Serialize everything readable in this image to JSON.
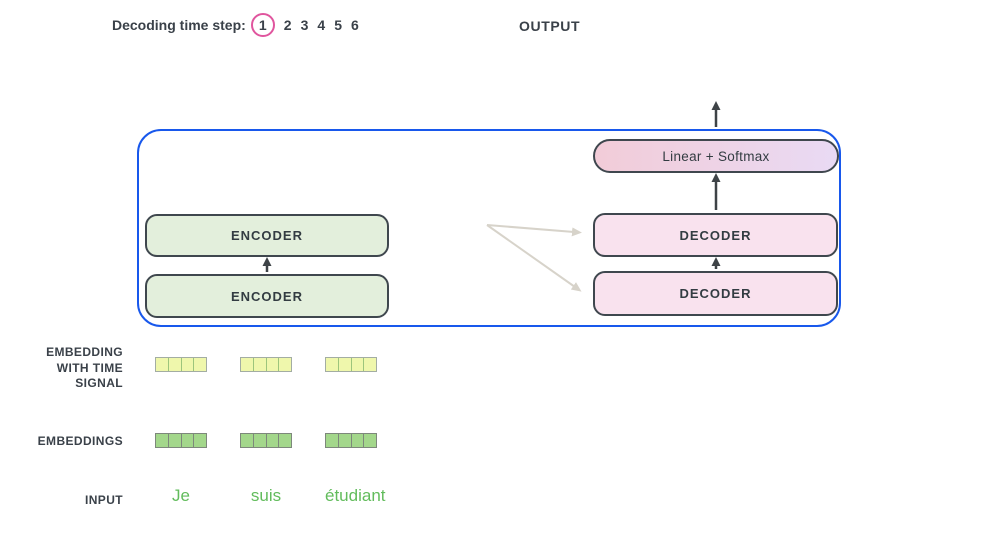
{
  "header": {
    "decoding_label": "Decoding time step:",
    "steps": [
      "1",
      "2",
      "3",
      "4",
      "5",
      "6"
    ],
    "active_step": "1",
    "output_label": "OUTPUT"
  },
  "diagram": {
    "encoders": [
      "ENCODER",
      "ENCODER"
    ],
    "decoders": [
      "DECODER",
      "DECODER"
    ],
    "linear_softmax_label": "Linear + Softmax"
  },
  "left_labels": {
    "embedding_time_lines": [
      "EMBEDDING",
      "WITH TIME",
      "SIGNAL"
    ],
    "embeddings": "EMBEDDINGS",
    "input": "INPUT"
  },
  "input_tokens": [
    "Je",
    "suis",
    "étudiant"
  ],
  "embedding_rows": {
    "groups": 3,
    "cells_per_group": 4
  },
  "colors": {
    "container_blue": "#1858ec",
    "step_circle_pink": "#e0559e",
    "encoder_fill": "#e3efdc",
    "decoder_fill": "#f9e2ee",
    "linear_gradient_left": "#f2ccd8",
    "linear_gradient_right": "#e9daf4",
    "box_border": "#3f474e",
    "time_signal_cell": "#eff7ac",
    "embedding_cell": "#a3d78b",
    "token_green": "#62bc5c",
    "dark_text": "#3a4149",
    "arrow_dark": "#3e4347",
    "arrow_gray": "#d7d3ca"
  }
}
